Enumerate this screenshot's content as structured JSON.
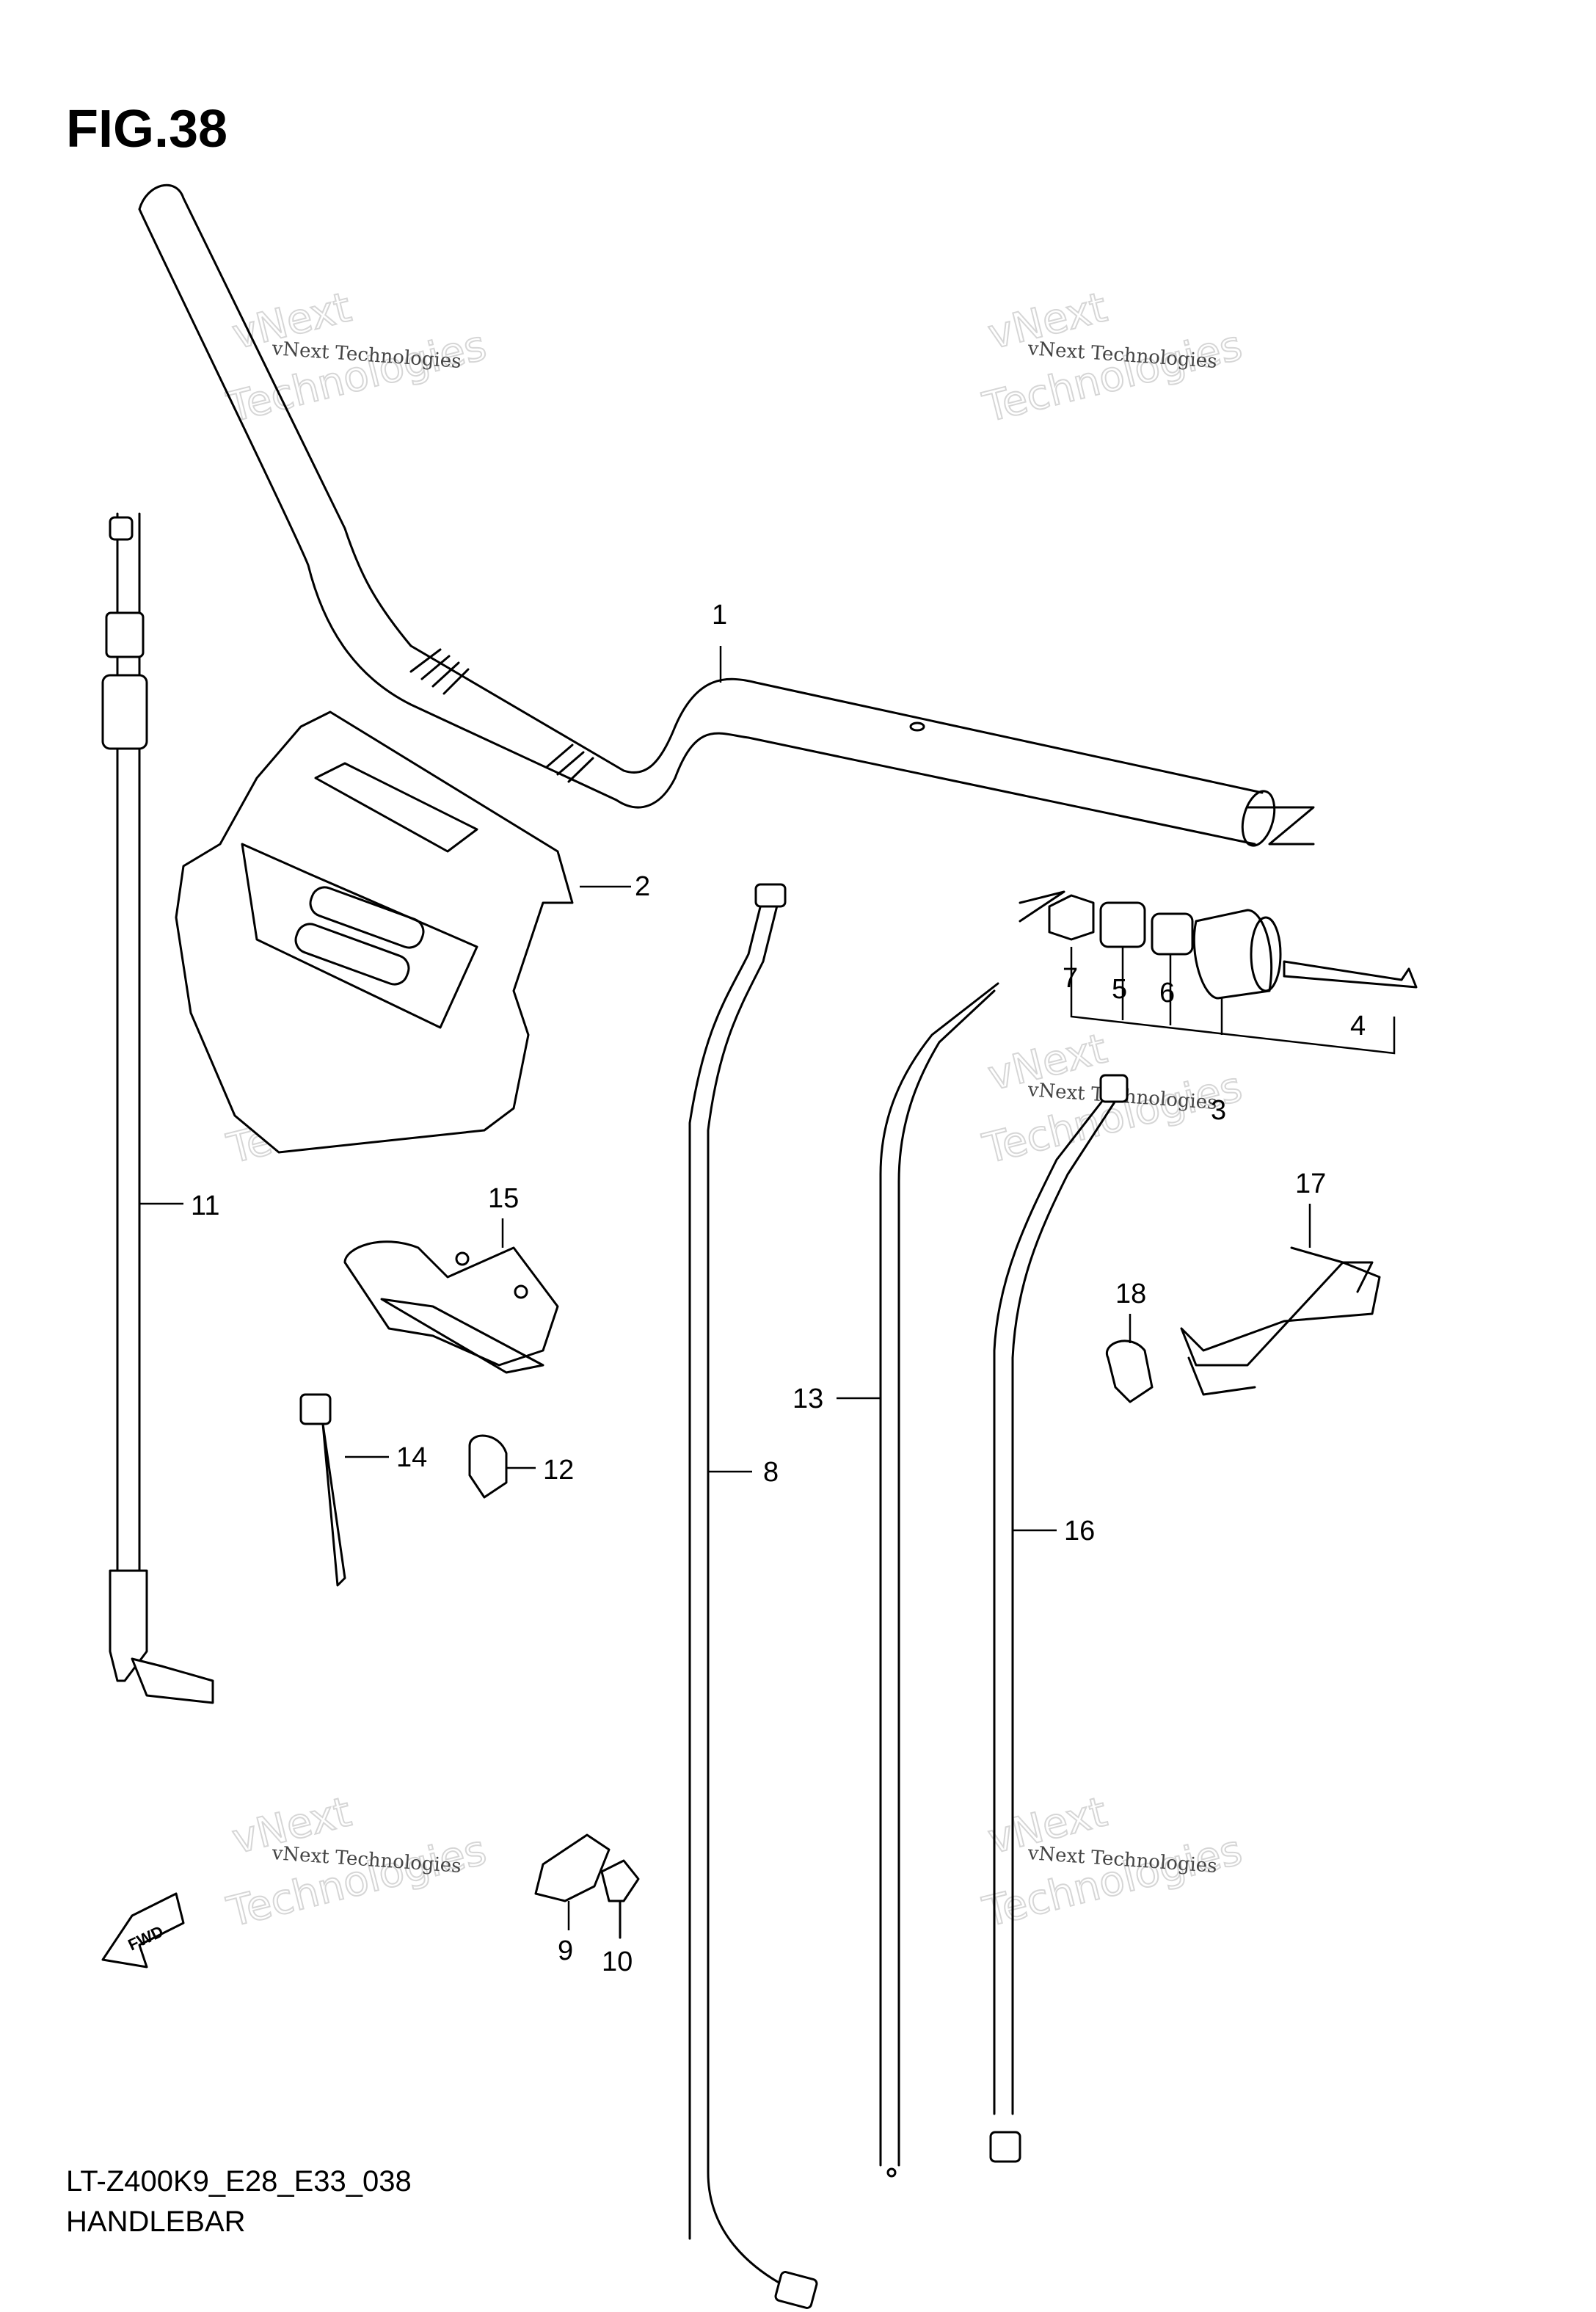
{
  "figure": {
    "title": "FIG.38",
    "code": "LT-Z400K9_E28_E33_038",
    "name": "HANDLEBAR"
  },
  "direction_marker": "FWD",
  "watermark": {
    "line1": "vNext Technologies",
    "line2": "vNext",
    "line3": "Technologies"
  },
  "callouts": [
    "1",
    "2",
    "3",
    "4",
    "5",
    "6",
    "7",
    "8",
    "9",
    "10",
    "11",
    "12",
    "13",
    "14",
    "15",
    "16",
    "17",
    "18"
  ]
}
